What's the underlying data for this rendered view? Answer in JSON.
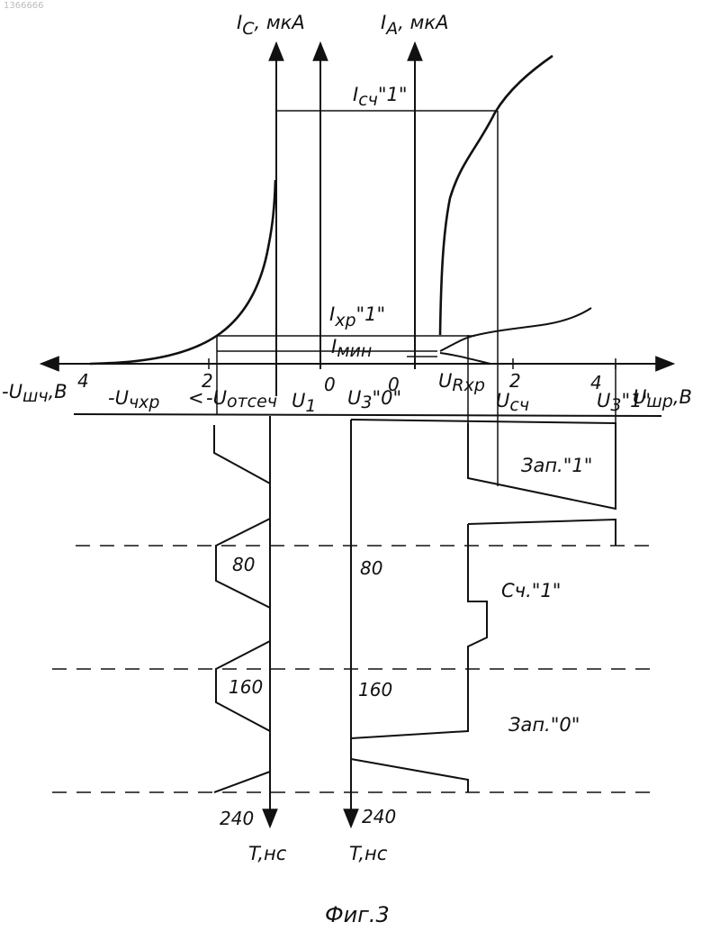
{
  "figure": {
    "caption": "Фиг.3",
    "watermark": "1366666"
  },
  "axes": {
    "ic_label": "I",
    "ic_sub": "C",
    "ic_unit": ", мкА",
    "ia_label": "I",
    "ia_sub": "A",
    "ia_unit": ", мкА",
    "left_axis": "-U",
    "left_sub": "шч",
    "left_unit": ",В",
    "right_axis": "U",
    "right_sub": "шр",
    "right_unit": ",В",
    "time_left": "T,нс",
    "time_right": "T,нс"
  },
  "labels": {
    "i_read_1": "I",
    "i_read_1_sub": "сч",
    "i_read_1_val": "\"1\"",
    "i_store_1": "I",
    "i_store_1_sub": "хр",
    "i_store_1_val": "\"1\"",
    "i_min": "I",
    "i_min_sub": "мин",
    "u_chxp": "-U",
    "u_chxp_sub": "чхр",
    "u_otsech": "-U",
    "u_otsech_sub": "отсеч",
    "u1": "U",
    "u1_sub": "1",
    "u3_0": "U",
    "u3_0_sub": "3",
    "u3_0_val": "\"0\"",
    "u_rxp": "U",
    "u_rxp_sub": "Rхр",
    "u_sch": "U",
    "u_sch_sub": "сч",
    "u3_1": "U",
    "u3_1_sub": "3",
    "u3_1_val": "\"1\"",
    "arrow_sign": "<",
    "write_1": "Зап.\"1\"",
    "read_1": "Сч.\"1\"",
    "write_0": "Зап.\"0\""
  },
  "ticks": {
    "left_4": "4",
    "left_2": "2",
    "zero_c": "0",
    "zero_a": "0",
    "right_2": "2",
    "right_4": "4",
    "t80_left": "80",
    "t160_left": "160",
    "t240_left": "240",
    "t80_right": "80",
    "t160_right": "160",
    "t240_right": "240"
  }
}
